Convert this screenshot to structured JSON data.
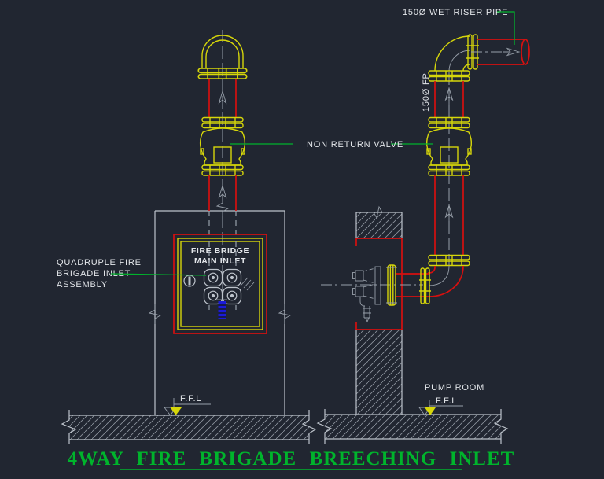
{
  "drawing": {
    "title": "4WAY FIRE BRIGADE BREECHING INLET",
    "labels": {
      "wet_riser": "150Ø WET RISER PIPE",
      "riser_size": "150Ø FP",
      "non_return_valve": "NON RETURN VALVE",
      "inlet_assembly": [
        "QUADRUPLE FIRE",
        "BRIGADE INLET",
        "ASSEMBLY"
      ],
      "cabinet": [
        "FIRE BRIDGE",
        "MAIN INLET"
      ],
      "ffl_left": "F.F.L",
      "pump_room": "PUMP ROOM",
      "ffl_right": "F.F.L"
    }
  },
  "colors": {
    "bg": "#212631",
    "red": "#d6100f",
    "yellow": "#d6d60a",
    "green": "#00b42c",
    "blue": "#1b1bd9",
    "line": "#bdc3cb",
    "dim": "#98a0aa",
    "text": "#e3e6ea"
  }
}
